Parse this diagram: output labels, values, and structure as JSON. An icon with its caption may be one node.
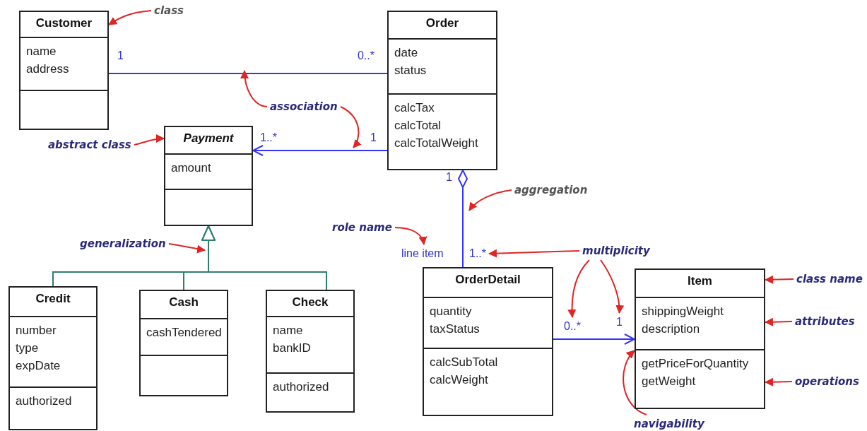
{
  "diagram": {
    "nodes": [
      {
        "text": [
          "Customer",
          "name address"
        ]
      },
      {
        "text": [
          "class"
        ]
      },
      {
        "text": [
          "Order",
          "date status",
          "calcTax calcTotal calcTotalWeight"
        ]
      },
      {
        "text": [
          "association"
        ]
      },
      {
        "text": [
          "abstract class"
        ]
      },
      {
        "text": [
          "Payment",
          "amount"
        ]
      },
      {
        "text": [
          "aggregation"
        ]
      },
      {
        "text": [
          "role name"
        ]
      },
      {
        "text": [
          "generalization"
        ]
      },
      {
        "text": [
          "line item"
        ]
      },
      {
        "text": [
          "1..*"
        ]
      },
      {
        "text": [
          "multiplicity"
        ]
      },
      {
        "text": [
          "OrderDetail",
          "quantity taxStatus",
          "calcSubTotal calcWeight"
        ]
      },
      {
        "text": [
          "Item",
          "shippingWeight description",
          "getPriceForQuantity getWeight"
        ]
      },
      {
        "text": [
          "class name"
        ]
      },
      {
        "text": [
          "attributes"
        ]
      },
      {
        "text": [
          "0..*"
        ]
      },
      {
        "text": [
          "1"
        ]
      },
      {
        "text": [
          "Credit",
          "number type expDate",
          "authorized"
        ]
      },
      {
        "text": [
          "Cash",
          "cashTendered"
        ]
      },
      {
        "text": [
          "Check",
          "name bankID",
          "authorized"
        ]
      },
      {
        "text": [
          "operations"
        ]
      },
      {
        "text": [
          "navigability"
        ]
      }
    ],
    "edges": [
      {
        "from": 0,
        "to": 2,
        "arrow": "none",
        "color": "#3333ff"
      },
      {
        "from": 2,
        "to": 5,
        "arrow": "to",
        "color": "#3333ff"
      },
      {
        "from": 2,
        "to": 12,
        "arrow": "other",
        "color": "#3333ff"
      },
      {
        "from": 12,
        "to": 13,
        "arrow": "to",
        "color": "#3333ff"
      },
      {
        "from": 18,
        "to": 5,
        "arrow": "to",
        "color": "#2f7f6f"
      },
      {
        "from": 19,
        "to": 5,
        "arrow": "to",
        "color": "#2f7f6f"
      },
      {
        "from": 20,
        "to": 5,
        "arrow": "to",
        "color": "#2f7f6f"
      },
      {
        "from": 1,
        "to": 0,
        "arrow": "to"
      },
      {
        "from": 3,
        "to": null,
        "arrow": "to"
      },
      {
        "from": 3,
        "to": null,
        "arrow": "to"
      },
      {
        "from": 4,
        "to": 5,
        "arrow": "to"
      },
      {
        "from": 6,
        "to": null,
        "arrow": "to"
      },
      {
        "from": 7,
        "to": 9,
        "arrow": "to"
      },
      {
        "from": 8,
        "to": null,
        "arrow": "to"
      },
      {
        "from": 11,
        "to": 10,
        "arrow": "to"
      },
      {
        "from": 11,
        "to": 16,
        "arrow": "to"
      },
      {
        "from": 11,
        "to": 17,
        "arrow": "to"
      },
      {
        "from": 14,
        "to": 13,
        "arrow": "to"
      },
      {
        "from": 15,
        "to": 13,
        "arrow": "to"
      },
      {
        "from": 21,
        "to": 13,
        "arrow": "to"
      },
      {
        "from": 22,
        "to": 13,
        "arrow": "to"
      }
    ],
    "labels": [
      "1",
      "0..*",
      "1..*",
      "1",
      "1"
    ]
  }
}
